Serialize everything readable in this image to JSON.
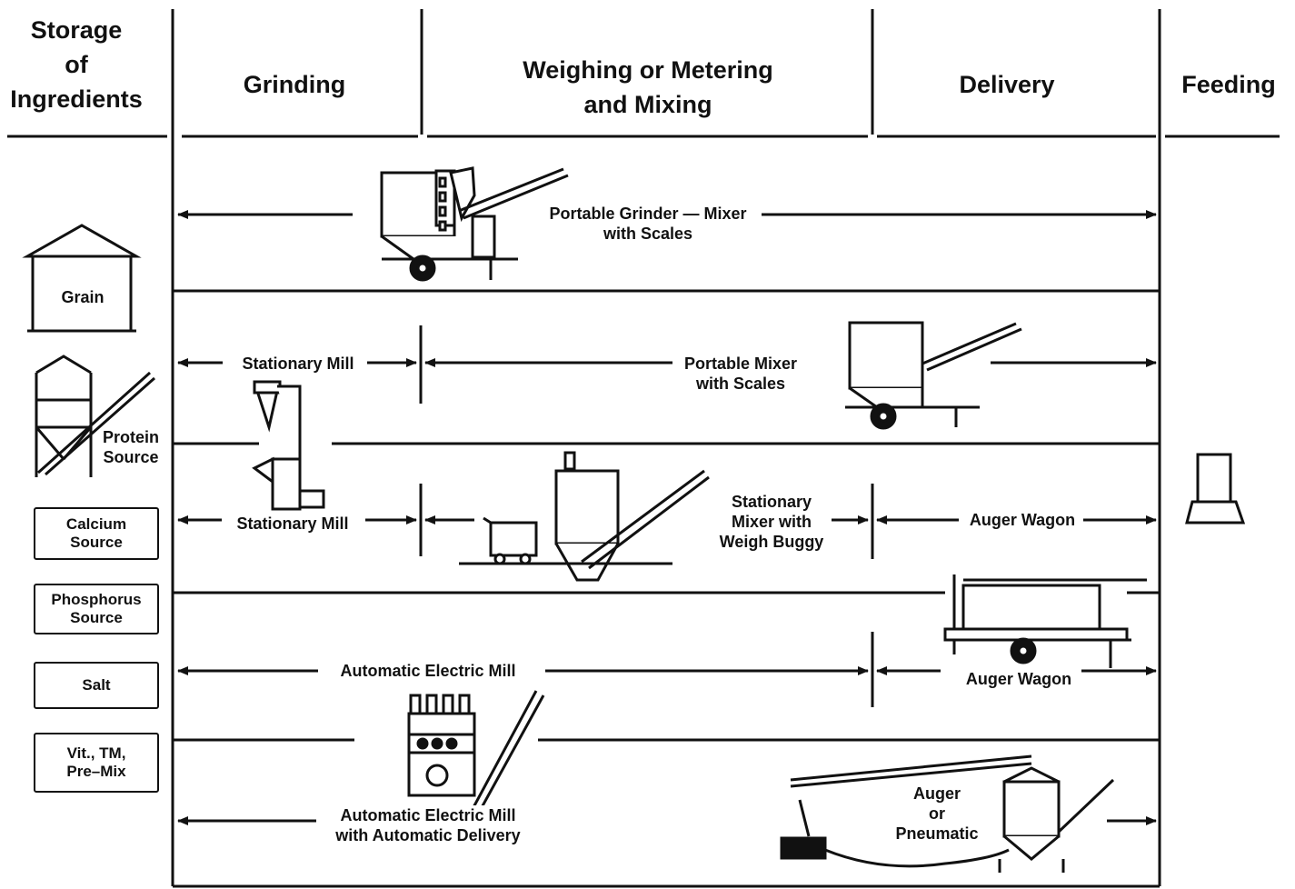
{
  "headers": {
    "storage": "Storage\nof\nIngredients",
    "grinding": "Grinding",
    "weighing": "Weighing or Metering\nand Mixing",
    "delivery": "Delivery",
    "feeding": "Feeding"
  },
  "storage_items": {
    "grain": "Grain",
    "protein": "Protein\nSource",
    "calcium": "Calcium\nSource",
    "phosphorus": "Phosphorus\nSource",
    "salt": "Salt",
    "vit": "Vit., TM,\nPre–Mix"
  },
  "rows": {
    "row1": "Portable Grinder — Mixer\nwith Scales",
    "row2_mill": "Stationary Mill",
    "row2_mixer": "Portable Mixer\nwith Scales",
    "row3_mill": "Stationary Mill",
    "row3_mixer": "Stationary\nMixer with\nWeigh Buggy",
    "row3_delivery": "Auger Wagon",
    "row4_mill": "Automatic Electric Mill",
    "row4_delivery": "Auger Wagon",
    "row5_mill": "Automatic Electric Mill\nwith Automatic Delivery",
    "row5_delivery": "Auger\nor\nPneumatic"
  }
}
